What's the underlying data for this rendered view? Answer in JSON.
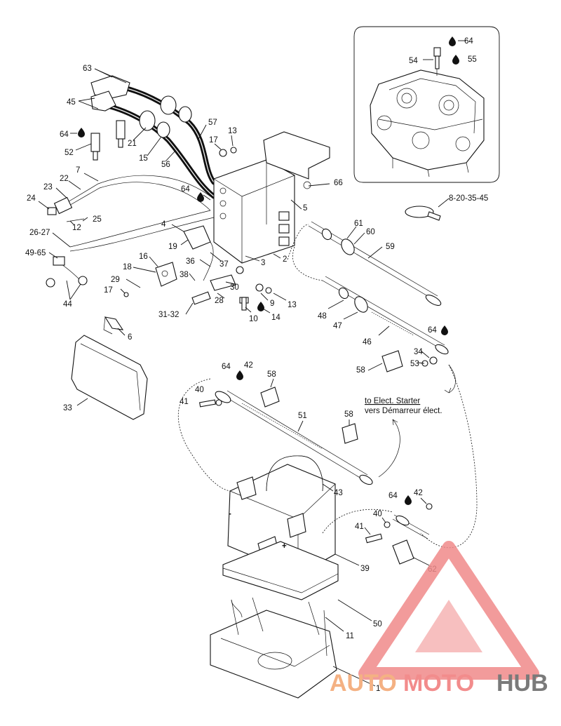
{
  "diagram": {
    "labels": {
      "l63": "63",
      "l45": "45",
      "l64a": "64",
      "l52": "52",
      "l21": "21",
      "l15": "15",
      "l56": "56",
      "l57": "57",
      "l13a": "13",
      "l17a": "17",
      "l66": "66",
      "l64b": "64",
      "l5": "5",
      "l7": "7",
      "l22": "22",
      "l23": "23",
      "l24": "24",
      "l25": "25",
      "l12": "12",
      "l2627": "26-27",
      "l4965": "49-65",
      "l44": "44",
      "l4": "4",
      "l19": "19",
      "l16": "16",
      "l18": "18",
      "l36": "36",
      "l37": "37",
      "l38": "38",
      "l3": "3",
      "l2": "2",
      "l29": "29",
      "l17b": "17",
      "l30": "30",
      "l28": "28",
      "l3132": "31-32",
      "l10": "10",
      "l14": "14",
      "l9": "9",
      "l13b": "13",
      "l61": "61",
      "l60": "60",
      "l59": "59",
      "l48": "48",
      "l47": "47",
      "l46": "46",
      "l64c": "64",
      "l34": "34",
      "l53": "53",
      "l58a": "58",
      "l6": "6",
      "l33": "33",
      "l64d": "64",
      "l42a": "42",
      "l58b": "58",
      "l40a": "40",
      "l41a": "41",
      "l51": "51",
      "l58c": "58",
      "l43": "43",
      "l64e": "64",
      "l42b": "42",
      "l40b": "40",
      "l41b": "41",
      "l39": "39",
      "l62": "62",
      "l50": "50",
      "l11": "11",
      "l1": "1",
      "l54": "54",
      "l55": "55",
      "l64f": "64",
      "l82035": "8-20-35-45"
    },
    "notes": {
      "starter_en": "to Elect. Starter",
      "starter_fr": "vers Démarreur élect."
    },
    "battery_marks": {
      "minus": "-",
      "plus": "+"
    }
  },
  "watermark": {
    "part1": "AUTO",
    "part2": "MOTO",
    "part3": "HUB",
    "colors": {
      "auto": "#f4b183",
      "moto": "#f28c8c",
      "hub": "#7a7a7a",
      "triangle": "#f08a8a"
    }
  }
}
